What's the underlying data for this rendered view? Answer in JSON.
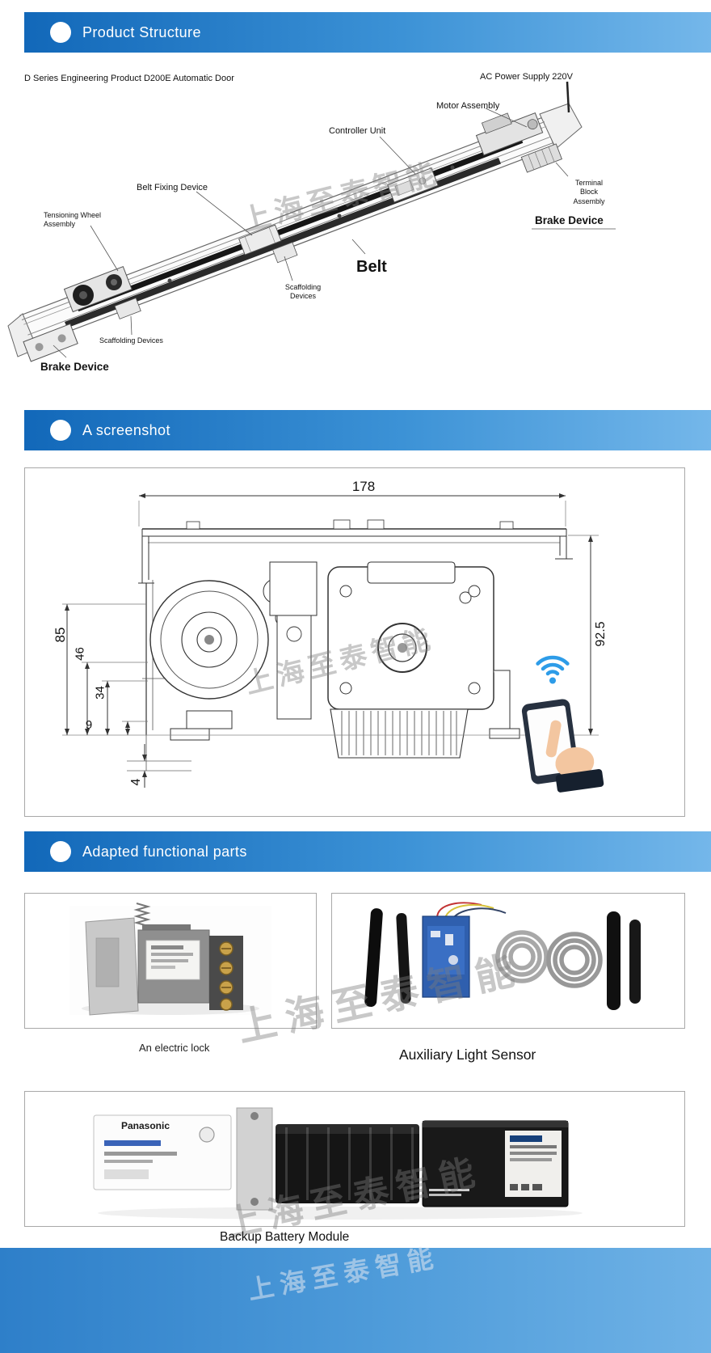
{
  "watermark": "上海至泰智能",
  "banners": {
    "product_structure": "Product Structure",
    "screenshot": "A screenshot",
    "adapted_parts": "Adapted functional parts"
  },
  "structure_diagram": {
    "subtitle": "D Series Engineering Product D200E Automatic Door",
    "labels": {
      "ac_power_supply": "AC Power Supply 220V",
      "motor_assembly": "Motor Assembly",
      "controller_unit": "Controller Unit",
      "belt_fixing_device": "Belt Fixing Device",
      "terminal_block_assembly": "Terminal Block Assembly",
      "brake_device_right": "Brake Device",
      "tensioning_wheel_assembly": "Tensioning Wheel Assembly",
      "belt": "Belt",
      "scaffolding_devices_mid": "Scaffolding Devices",
      "scaffolding_devices_left": "Scaffolding Devices",
      "brake_device_left": "Brake Device"
    }
  },
  "dimension_drawing": {
    "width_178": "178",
    "height_85": "85",
    "height_46": "46",
    "height_34": "34",
    "height_9": "9",
    "height_4": "4",
    "height_92_5": "92.5"
  },
  "adapted_parts": {
    "electric_lock_label": "An electric lock",
    "light_sensor_label": "Auxiliary Light Sensor",
    "battery_module_label": "Backup Battery Module",
    "battery_brand": "Panasonic"
  }
}
